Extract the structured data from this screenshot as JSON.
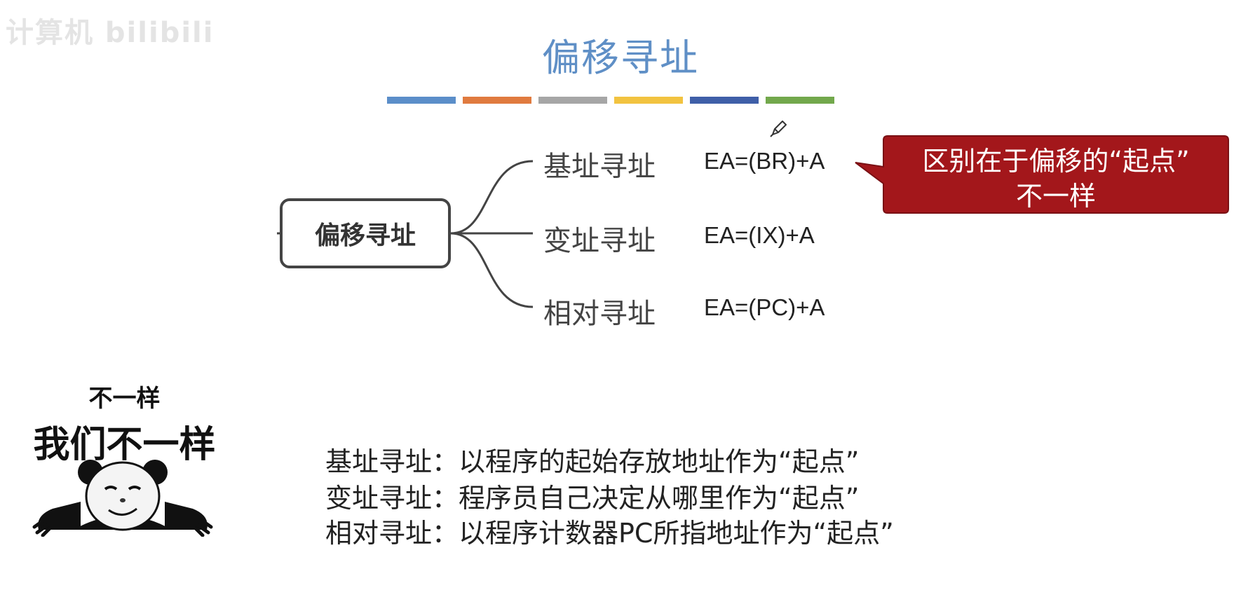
{
  "watermark": "计算机 bilibili",
  "title": "偏移寻址",
  "stripe_colors": [
    "#5b8ec9",
    "#e07b3f",
    "#a6a6a6",
    "#f2c340",
    "#3f5fa8",
    "#72a84c"
  ],
  "mindmap": {
    "root": "偏移寻址",
    "branches": [
      {
        "label": "基址寻址",
        "formula": "EA=(BR)+A"
      },
      {
        "label": "变址寻址",
        "formula": "EA=(IX)+A"
      },
      {
        "label": "相对寻址",
        "formula": "EA=(PC)+A"
      }
    ]
  },
  "callout": {
    "line1": "区别在于偏移的“起点”",
    "line2": "不一样",
    "color": "#a3171b"
  },
  "meme": {
    "top": "不一样",
    "big": "我们不一样"
  },
  "descriptions": [
    "基址寻址：以程序的起始存放地址作为“起点”",
    "变址寻址：程序员自己决定从哪里作为“起点”",
    "相对寻址：以程序计数器PC所指地址作为“起点”"
  ]
}
